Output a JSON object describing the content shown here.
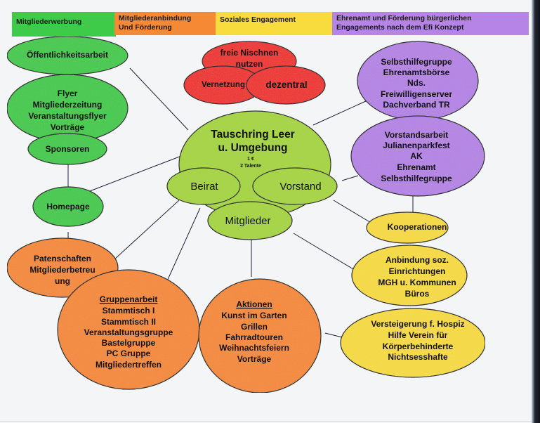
{
  "legend": [
    {
      "label": "Mitgliederwerbung",
      "color": "#3fcb4a"
    },
    {
      "label": "Mitgliederanbindung\nUnd Förderung",
      "color": "#f68a34"
    },
    {
      "label": "Soziales Engagement",
      "color": "#f8db3c"
    },
    {
      "label": "Ehrenamt und Förderung bürgerlichen\nEngagements nach dem Efi Konzept",
      "color": "#b584e6"
    }
  ],
  "colors": {
    "green": "#3fcb4a",
    "lime": "#a6d63a",
    "orange": "#f68a34",
    "yellow": "#f8db3c",
    "purple": "#b584e6",
    "red": "#ef2f2a",
    "line": "#1c1f3a"
  },
  "center": {
    "title_line1": "Tauschring Leer",
    "title_line2": "u. Umgebung",
    "sub_line1": "1 €",
    "sub_line2": "2 Talente"
  },
  "center_children": {
    "beirat": "Beirat",
    "vorstand": "Vorstand",
    "mitglieder": "Mitglieder"
  },
  "green_nodes": {
    "oeffentlichkeit": "Öffentlichkeitsarbeit",
    "flyer": [
      "Flyer",
      "Mitgliederzeitung",
      "Veranstaltungsflyer",
      "Vorträge"
    ],
    "sponsoren": "Sponsoren",
    "homepage": "Homepage"
  },
  "red_nodes": {
    "nischen": [
      "freie Nischnen",
      "nutzen"
    ],
    "vernetzung": "Vernetzung",
    "dezentral": "dezentral"
  },
  "purple_nodes": {
    "top": [
      "Selbsthilfegruppe",
      "Ehrenamtsbörse",
      "Nds.",
      "Freiwilligenserver",
      "Dachverband TR"
    ],
    "bottom": [
      "Vorstandsarbeit",
      "Julianenparkfest",
      "AK",
      "Ehrenamt",
      "Selbsthilfegruppe"
    ]
  },
  "orange_nodes": {
    "paten": [
      "Patenschaften",
      "Mitgliederbetreu",
      "ung"
    ],
    "gruppen_heading": "Gruppenarbeit",
    "gruppen": [
      "Stammtisch I",
      "Stammtisch II",
      "Veranstaltungsgruppe",
      "Bastelgruppe",
      "PC Gruppe",
      "Mitgliedertreffen"
    ],
    "aktionen_heading": "Aktionen",
    "aktionen": [
      "Kunst im Garten",
      "Grillen",
      "Fahrradtouren",
      "Weihnachtsfeiern",
      "Vorträge"
    ]
  },
  "yellow_nodes": {
    "kooperationen": "Kooperationen",
    "anbindung": [
      "Anbindung soz.",
      "Einrichtungen",
      "MGH u. Kommunen",
      "Büros"
    ],
    "versteigerung": [
      "Versteigerung f. Hospiz",
      "Hilfe Verein für",
      "Körperbehinderte",
      "Nichtsesshafte"
    ]
  }
}
